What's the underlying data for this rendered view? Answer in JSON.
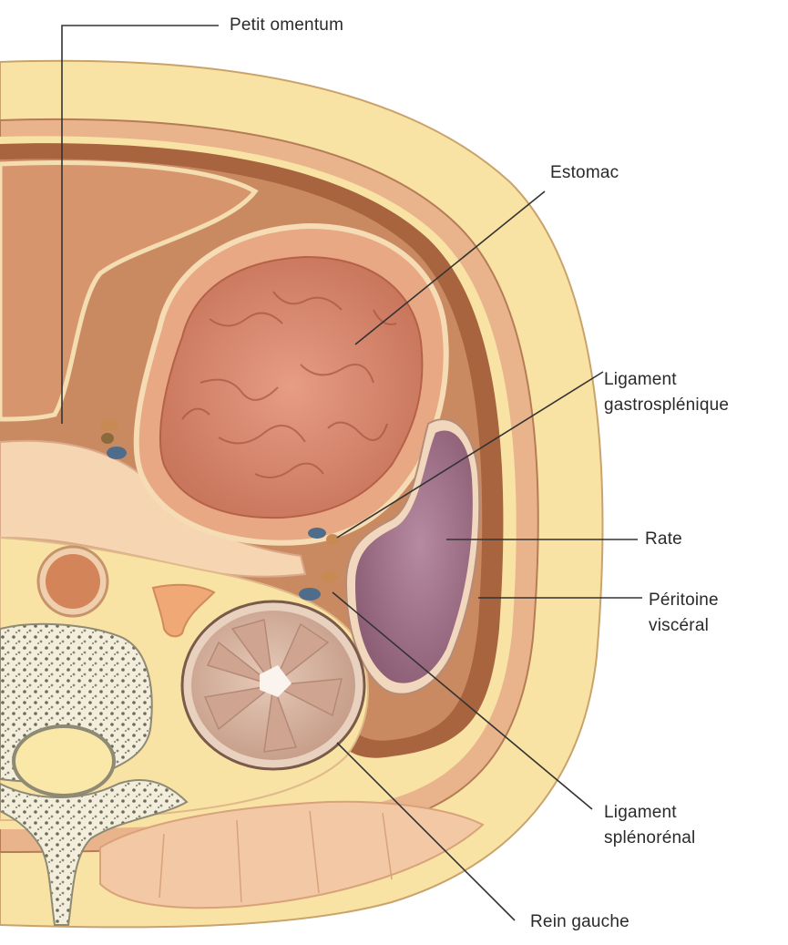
{
  "figure": {
    "labels": {
      "petit_omentum": "Petit omentum",
      "estomac": "Estomac",
      "ligament_gastrosplenique": [
        "Ligament",
        "gastrosplénique"
      ],
      "rate": "Rate",
      "peritoine_visceral": [
        "Péritoine",
        "viscéral"
      ],
      "ligament_splenorenal": [
        "Ligament",
        "splénorénal"
      ],
      "rein_gauche": "Rein gauche"
    },
    "colors": {
      "wall_yellow": "#f9e3a4",
      "muscle_brown": "#c98a62",
      "peritoneum_dark": "#9c5a3c",
      "stomach_mucosa": "#d58a70",
      "spleen_purple": "#a7778e",
      "kidney": "#d9b6a4",
      "leader_line": "#333333"
    }
  }
}
